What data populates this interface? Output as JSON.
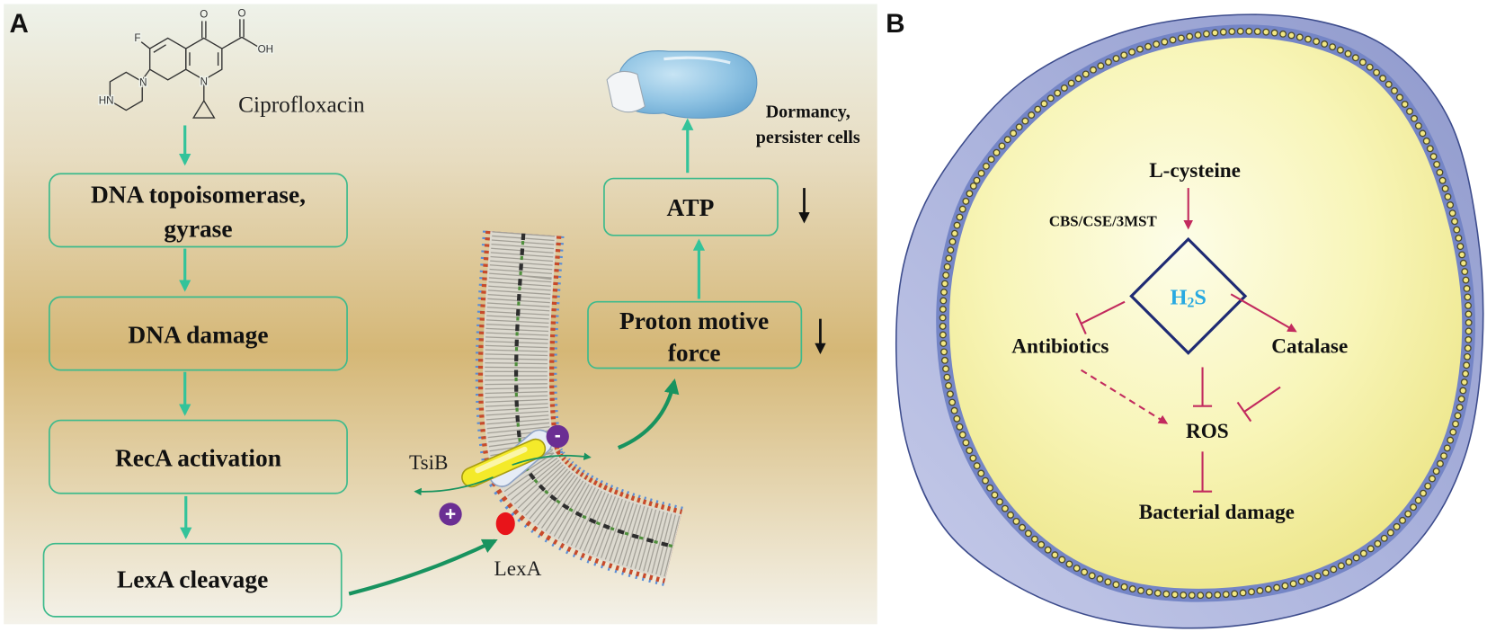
{
  "panel_labels": {
    "a": "A",
    "b": "B"
  },
  "colors": {
    "flow_arrow": "#33c39a",
    "curved_arrow": "#18935f",
    "box_border": "#3dba8c",
    "inhibition": "#c22a5e",
    "h2s_text": "#27a9e1",
    "diamond": "#1f2b74"
  },
  "panel_a": {
    "drug": "Ciprofloxacin",
    "structure_atoms": {
      "f": "F",
      "o_keto": "O",
      "o_acid": "O",
      "oh": "OH",
      "n_ring": "N",
      "n_pip": "N",
      "hn": "HN"
    },
    "boxes": {
      "topoisomerase": [
        "DNA topoisomerase,",
        "gyrase"
      ],
      "dna_damage": "DNA damage",
      "reca": "RecA activation",
      "lexa_cleavage": "LexA cleavage",
      "pmf": [
        "Proton motive",
        "force"
      ],
      "atp": "ATP"
    },
    "labels": {
      "tsib": "TsiB",
      "lexa": "LexA",
      "dormancy": [
        "Dormancy,",
        "persister cells"
      ],
      "minus": "-",
      "plus": "+"
    }
  },
  "panel_b": {
    "l_cysteine": "L-cysteine",
    "enzymes": "CBS/CSE/3MST",
    "h2s": {
      "main": "H",
      "sub": "2",
      "end": "S"
    },
    "antibiotics": "Antibiotics",
    "catalase": "Catalase",
    "ros": "ROS",
    "damage": "Bacterial damage"
  }
}
